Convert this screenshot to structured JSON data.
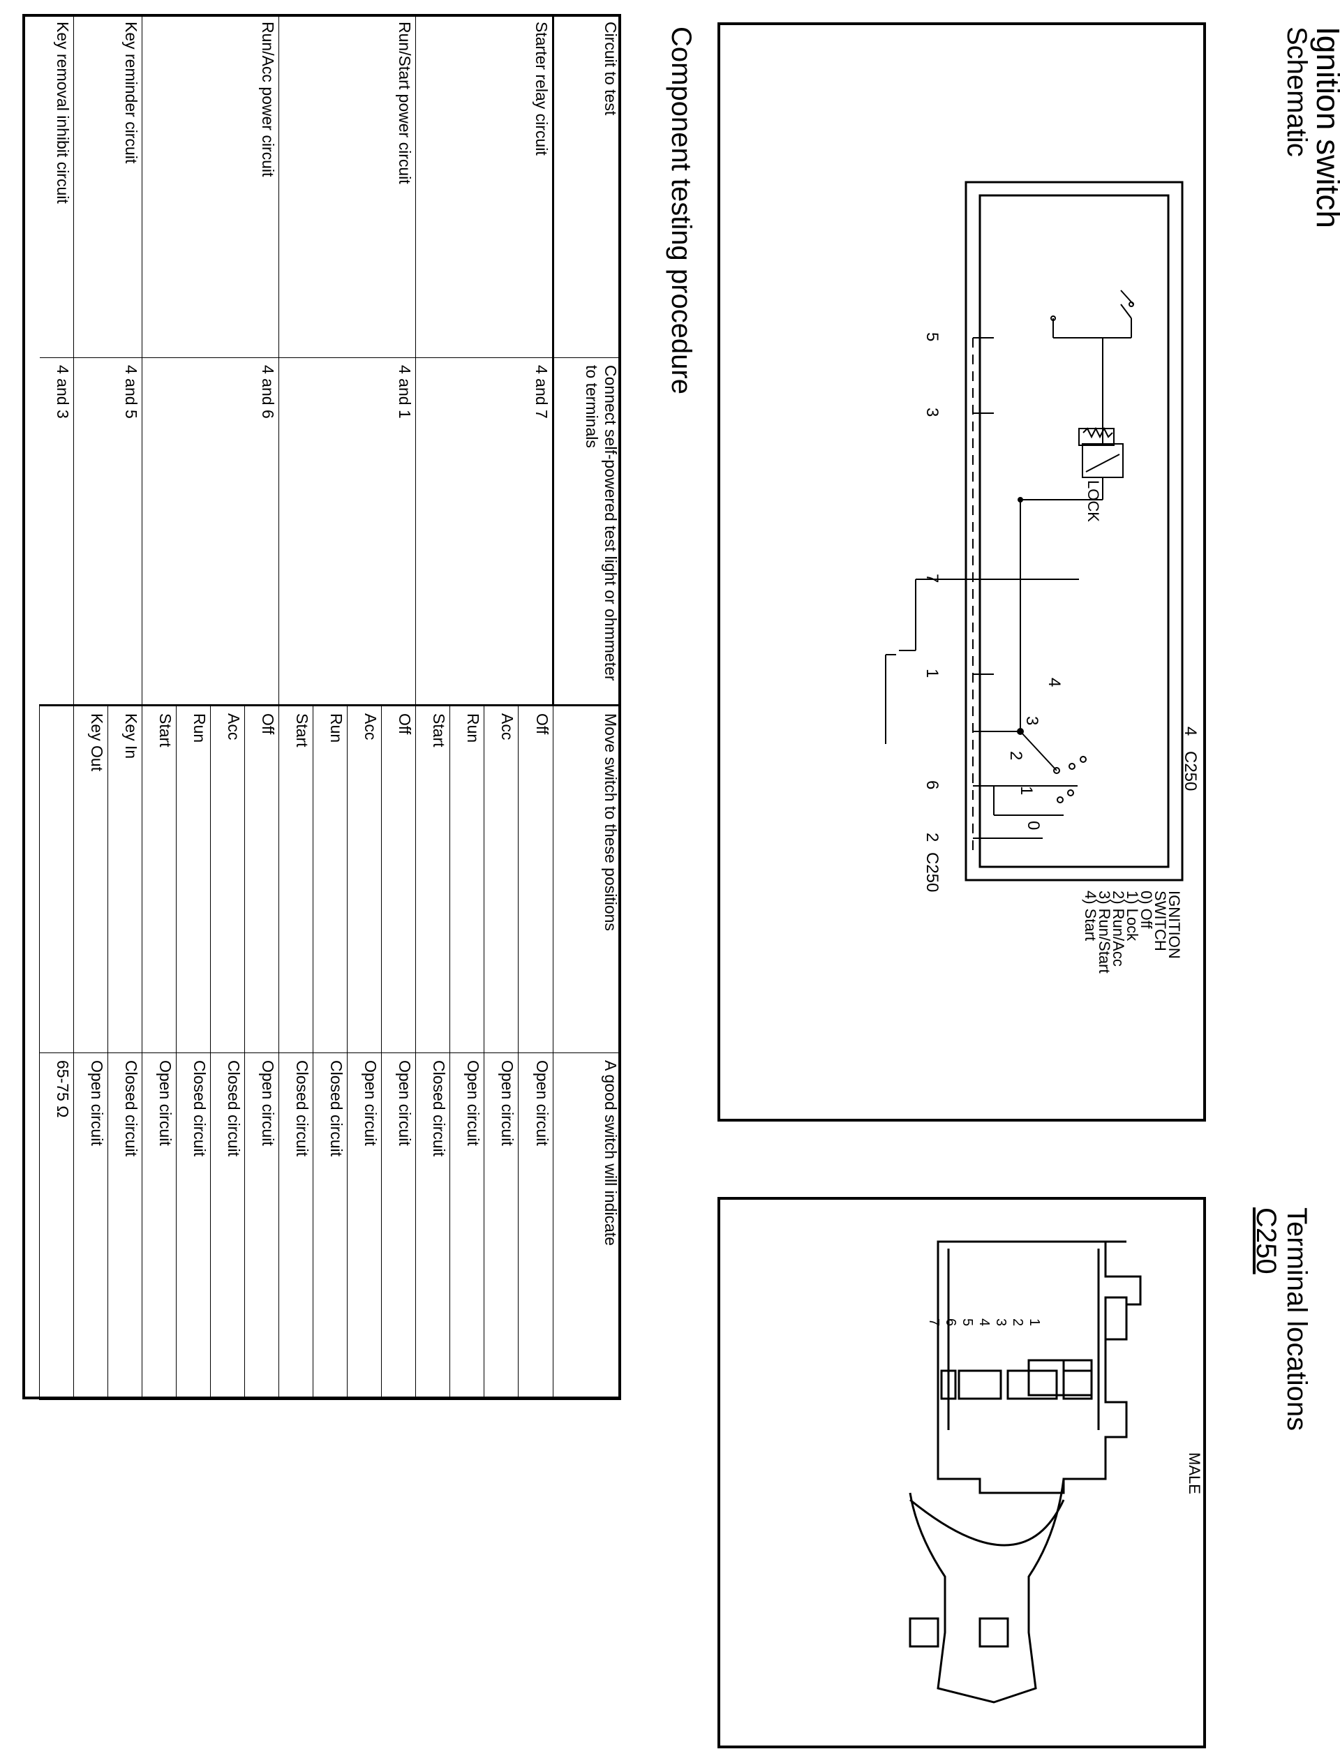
{
  "title": "Ignition switch",
  "schematic": {
    "heading": "Schematic",
    "legend": [
      "IGNITION",
      "SWITCH",
      "0) Off",
      "1) Lock",
      "2) Run/Acc",
      "3) Run/Start",
      "4) Start"
    ],
    "connector_top": "C250",
    "connector_bottom": "C250",
    "pin_top": "4",
    "pin_bottom": [
      "5",
      "3",
      "7",
      "1",
      "6",
      "2"
    ],
    "lock_label": "LOCK",
    "contact_labels": [
      "4",
      "3",
      "2",
      "1",
      "0"
    ]
  },
  "terminal": {
    "heading": "Terminal locations",
    "connector": "C250",
    "gender": "MALE",
    "pins": [
      "1",
      "2",
      "3",
      "4",
      "5",
      "6",
      "7"
    ]
  },
  "procedure": {
    "heading": "Component testing procedure",
    "columns": [
      "Circuit to test",
      "Connect self-powered test light or ohmmeter to terminals",
      "Move switch to these positions",
      "A good switch will indicate"
    ],
    "groups": [
      {
        "circuit": "Starter relay circuit",
        "terminals": "4 and 7",
        "rows": [
          [
            "Off",
            "Open circuit"
          ],
          [
            "Acc",
            "Open circuit"
          ],
          [
            "Run",
            "Open circuit"
          ],
          [
            "Start",
            "Closed circuit"
          ]
        ]
      },
      {
        "circuit": "Run/Start power circuit",
        "terminals": "4 and 1",
        "rows": [
          [
            "Off",
            "Open circuit"
          ],
          [
            "Acc",
            "Open circuit"
          ],
          [
            "Run",
            "Closed circuit"
          ],
          [
            "Start",
            "Closed circuit"
          ]
        ]
      },
      {
        "circuit": "Run/Acc power circuit",
        "terminals": "4 and 6",
        "rows": [
          [
            "Off",
            "Open circuit"
          ],
          [
            "Acc",
            "Closed circuit"
          ],
          [
            "Run",
            "Closed circuit"
          ],
          [
            "Start",
            "Open circuit"
          ]
        ]
      },
      {
        "circuit": "Key reminder circuit",
        "terminals": "4 and 5",
        "rows": [
          [
            "Key In",
            "Closed circuit"
          ],
          [
            "Key Out",
            "Open circuit"
          ]
        ]
      },
      {
        "circuit": "Key removal inhibit circuit",
        "terminals": "4 and 3",
        "rows": [
          [
            "",
            "65-75 Ω"
          ]
        ]
      }
    ]
  }
}
